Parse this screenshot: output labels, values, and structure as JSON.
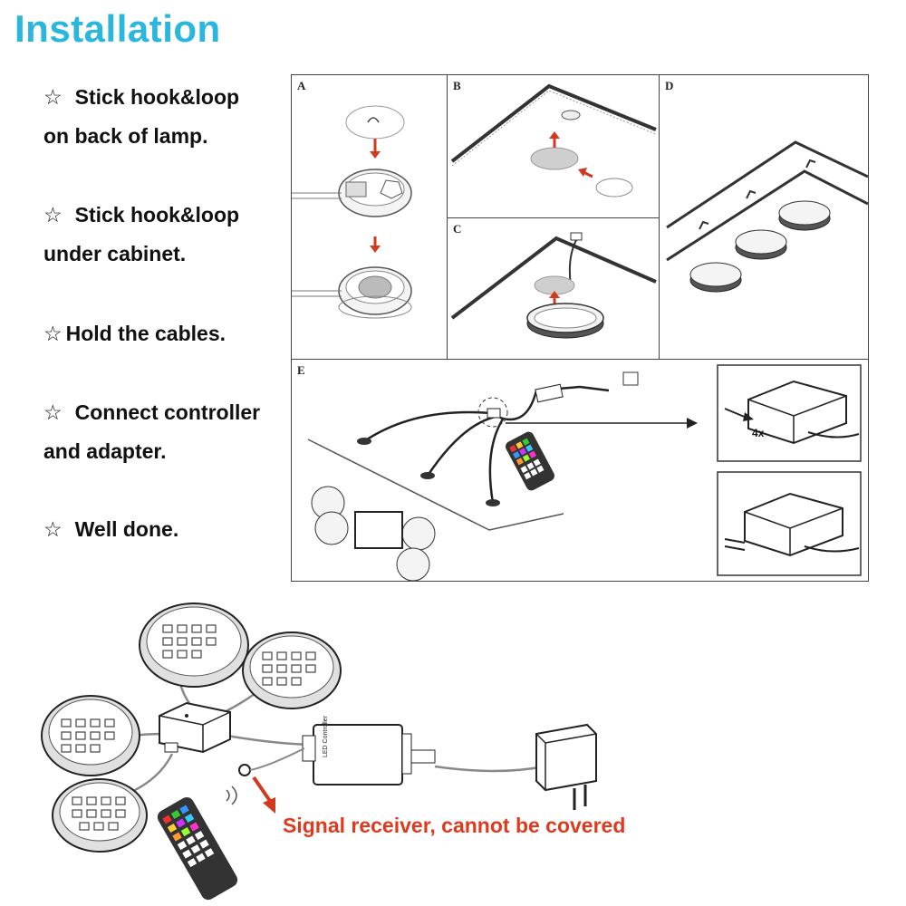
{
  "page": {
    "title": "Installation",
    "star_glyph": "☆",
    "steps": [
      {
        "lines": [
          "Stick hook&loop",
          " on back of lamp."
        ]
      },
      {
        "lines": [
          "Stick hook&loop",
          "under cabinet."
        ]
      },
      {
        "lines": [
          "Hold the cables."
        ]
      },
      {
        "lines": [
          "Connect controller",
          "and adapter."
        ]
      },
      {
        "lines": [
          "Well done."
        ]
      }
    ],
    "panels": {
      "a": "A",
      "b": "B",
      "c": "C",
      "d": "D",
      "e": "E"
    },
    "multiplier": "4x",
    "controller_label": "LED Controller",
    "warning": "Signal receiver, cannot be covered",
    "colors": {
      "title": "#2bb6de",
      "warning": "#e03a1e",
      "arrow": "#d23a1e"
    }
  }
}
